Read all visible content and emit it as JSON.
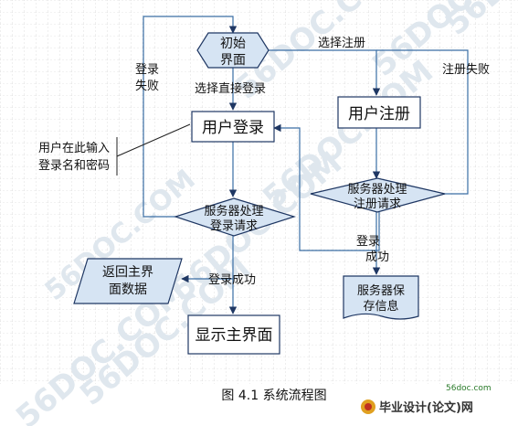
{
  "diagram": {
    "nodes": {
      "start": "初始界面",
      "login": "用户登录",
      "register": "用户注册",
      "server_login": "服务器处理登录请求",
      "server_register": "服务器处理注册请求",
      "return_data": "返回主界面数据",
      "show_main": "显示主界面",
      "save_info": "服务器保存信息"
    },
    "node_lines": {
      "start": [
        "初始",
        "界面"
      ],
      "server_login": [
        "服务器处理",
        "登录请求"
      ],
      "server_register": [
        "服务器处理",
        "注册请求"
      ],
      "return_data": [
        "返回主界",
        "面数据"
      ],
      "save_info": [
        "服务器保",
        "存信息"
      ]
    },
    "edge_labels": {
      "choose_register": "选择注册",
      "choose_login": "选择直接登录",
      "login_fail": [
        "登录",
        "失败"
      ],
      "register_fail": "注册失败",
      "login_success": "登录成功",
      "login_success_short": [
        "登录",
        "成功"
      ]
    },
    "annotation": [
      "用户在此输入",
      "登录名和密码"
    ],
    "caption": "图 4.1 系统流程图"
  },
  "watermark": "56DOC.COM",
  "brand": {
    "url": "56doc.com",
    "name": "毕业设计(论文)网"
  },
  "colors": {
    "node_fill": "#d6e4f3",
    "node_stroke": "#1f3763",
    "connector": "#3a6ea5",
    "grid": "#c9c9c9"
  }
}
